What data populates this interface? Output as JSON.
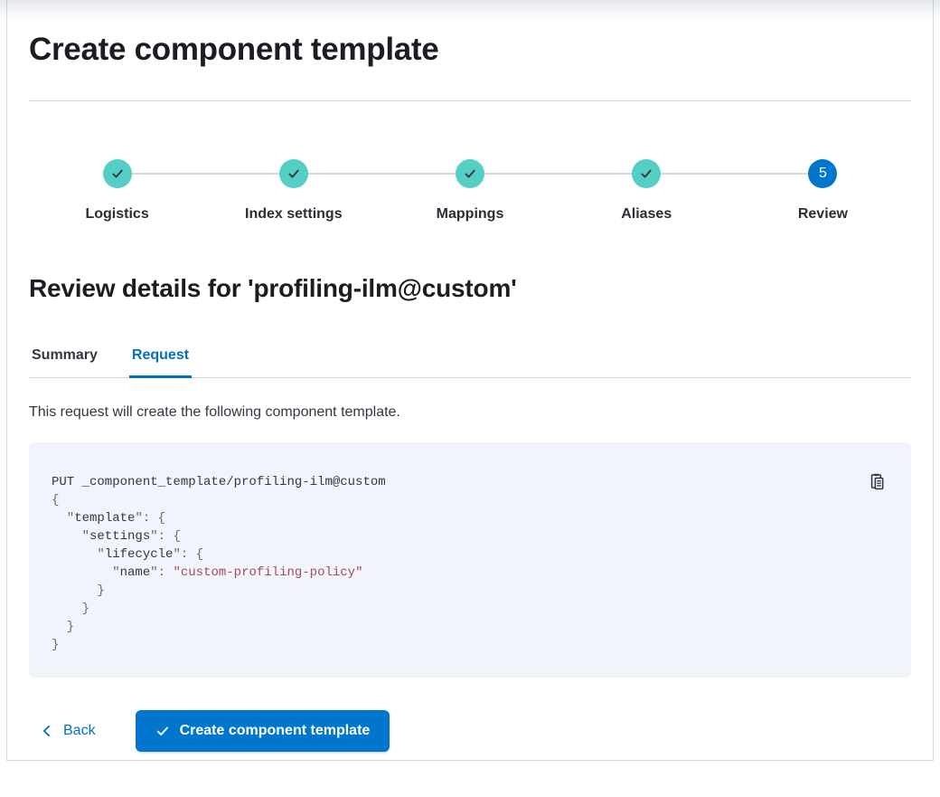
{
  "page": {
    "title": "Create component template"
  },
  "stepper": {
    "steps": [
      {
        "label": "Logistics",
        "status": "complete"
      },
      {
        "label": "Index settings",
        "status": "complete"
      },
      {
        "label": "Mappings",
        "status": "complete"
      },
      {
        "label": "Aliases",
        "status": "complete"
      },
      {
        "label": "Review",
        "status": "current",
        "number": "5"
      }
    ]
  },
  "review": {
    "heading": "Review details for 'profiling-ilm@custom'",
    "tabs": [
      {
        "label": "Summary",
        "active": false
      },
      {
        "label": "Request",
        "active": true
      }
    ],
    "description": "This request will create the following component template."
  },
  "code_block": {
    "language": "json",
    "copy_icon": "copy-clipboard-icon",
    "lines": [
      [
        [
          "plain",
          "PUT _component_template/profiling-ilm@custom"
        ]
      ],
      [
        [
          "punct",
          "{"
        ]
      ],
      [
        [
          "punct",
          "  \""
        ],
        [
          "key",
          "template"
        ],
        [
          "punct",
          "\": {"
        ]
      ],
      [
        [
          "punct",
          "    \""
        ],
        [
          "key",
          "settings"
        ],
        [
          "punct",
          "\": {"
        ]
      ],
      [
        [
          "punct",
          "      \""
        ],
        [
          "key",
          "lifecycle"
        ],
        [
          "punct",
          "\": {"
        ]
      ],
      [
        [
          "punct",
          "        \""
        ],
        [
          "key",
          "name"
        ],
        [
          "punct",
          "\": "
        ],
        [
          "str",
          "\"custom-profiling-policy\""
        ]
      ],
      [
        [
          "punct",
          "      }"
        ]
      ],
      [
        [
          "punct",
          "    }"
        ]
      ],
      [
        [
          "punct",
          "  }"
        ]
      ],
      [
        [
          "punct",
          "}"
        ]
      ]
    ]
  },
  "footer": {
    "back_label": "Back",
    "submit_label": "Create component template"
  },
  "colors": {
    "primary": "#0077CC",
    "link": "#0071C2",
    "step_complete": "#55CEC5",
    "step_current": "#0077CC",
    "border": "#D3DAE6",
    "code_background": "#F1F4FA",
    "code_string": "#A34A68",
    "text": "#343741"
  }
}
